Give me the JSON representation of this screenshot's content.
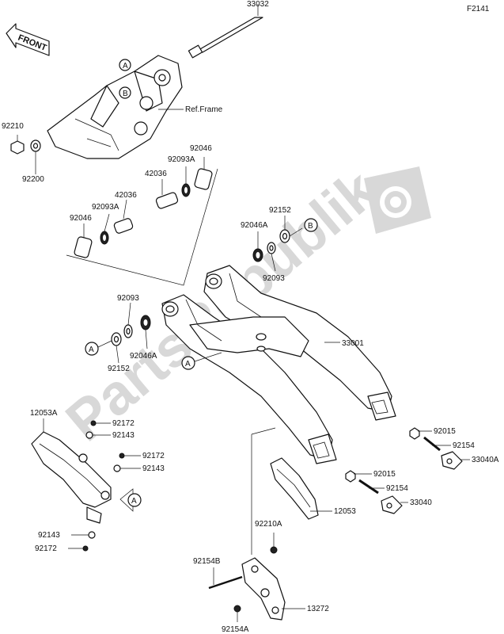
{
  "page_code": "F2141",
  "front_label": "FRONT",
  "callouts": {
    "a": "A",
    "b": "B"
  },
  "ref_frame": "Ref.Frame",
  "watermark": "PartsRepublik",
  "parts": {
    "p33032": "33032",
    "p92210": "92210",
    "p92200": "92200",
    "p92046_top": "92046",
    "p92093A_top": "92093A",
    "p42036_top": "42036",
    "p42036_left": "42036",
    "p92093A_left": "92093A",
    "p92046_left": "92046",
    "p92152_top": "92152",
    "p92046A_top": "92046A",
    "p92093_right": "92093",
    "p92093_left": "92093",
    "p92046A_left": "92046A",
    "p92152_left": "92152",
    "p33001": "33001",
    "p12053A": "12053A",
    "p92172_a": "92172",
    "p92143_a": "92143",
    "p92172_b": "92172",
    "p92143_b": "92143",
    "p92143_c": "92143",
    "p92172_c": "92172",
    "p92015_a": "92015",
    "p92154_a": "92154",
    "p33040A": "33040A",
    "p92015_b": "92015",
    "p92154_b": "92154",
    "p33040": "33040",
    "p12053": "12053",
    "p92210A": "92210A",
    "p92154B": "92154B",
    "p13272": "13272",
    "p92154A": "92154A"
  }
}
